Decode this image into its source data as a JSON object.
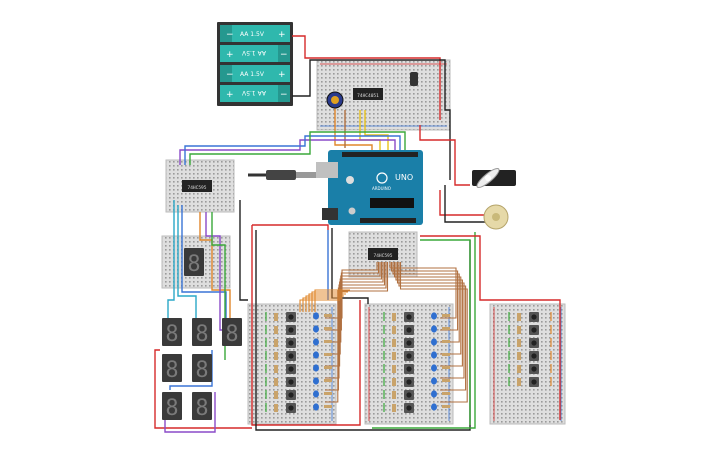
{
  "battery_pack": {
    "cell_labels": [
      "AA 1.5V",
      "AA 1.5V",
      "AA 1.5V",
      "AA 1.5V"
    ],
    "plus_sign": "+",
    "minus_sign": "−",
    "color": "#2fb8ad"
  },
  "arduino": {
    "model_label": "UNO",
    "brand_label": "ARDUINO",
    "board_color": "#1a7fa8"
  },
  "ics": {
    "shift_register_a": "74HC595",
    "shift_register_b": "74HC595",
    "mux_top": "74HC4051"
  },
  "displays": {
    "segment_glyph": "8",
    "single_count": 1,
    "cluster_count": 7
  },
  "colors": {
    "wire_red": "#d62a2a",
    "wire_black": "#222222",
    "wire_orange": "#e0872a",
    "wire_brown": "#b07040",
    "wire_green": "#3aa83a",
    "wire_blue": "#3a74d6",
    "wire_purple": "#8a4ac8",
    "wire_yellow": "#e8c21a",
    "wire_cyan": "#2aa8c8",
    "breadboard": "#dcdcdc",
    "button_blue": "#2f6fd0"
  }
}
